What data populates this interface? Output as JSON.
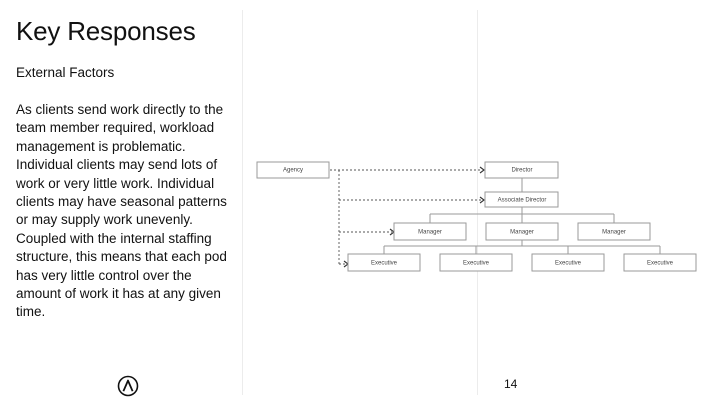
{
  "slide": {
    "title": "Key Responses",
    "subtitle": "External Factors",
    "body": "As clients send work directly to the team member required, workload management is problematic. Individual clients may send lots of work or very little work. Individual clients may have seasonal patterns or may supply work unevenly. Coupled with the internal staffing structure, this means that each pod has very little control over the amount of work it has at any given time.",
    "page_number": "14",
    "logo_icon": "lambda-circle-logo"
  },
  "org_chart": {
    "agency": "Agency",
    "director": "Director",
    "associate_director": "Associate Director",
    "managers": [
      "Manager",
      "Manager",
      "Manager"
    ],
    "executives": [
      "Executive",
      "Executive",
      "Executive",
      "Executive"
    ]
  }
}
